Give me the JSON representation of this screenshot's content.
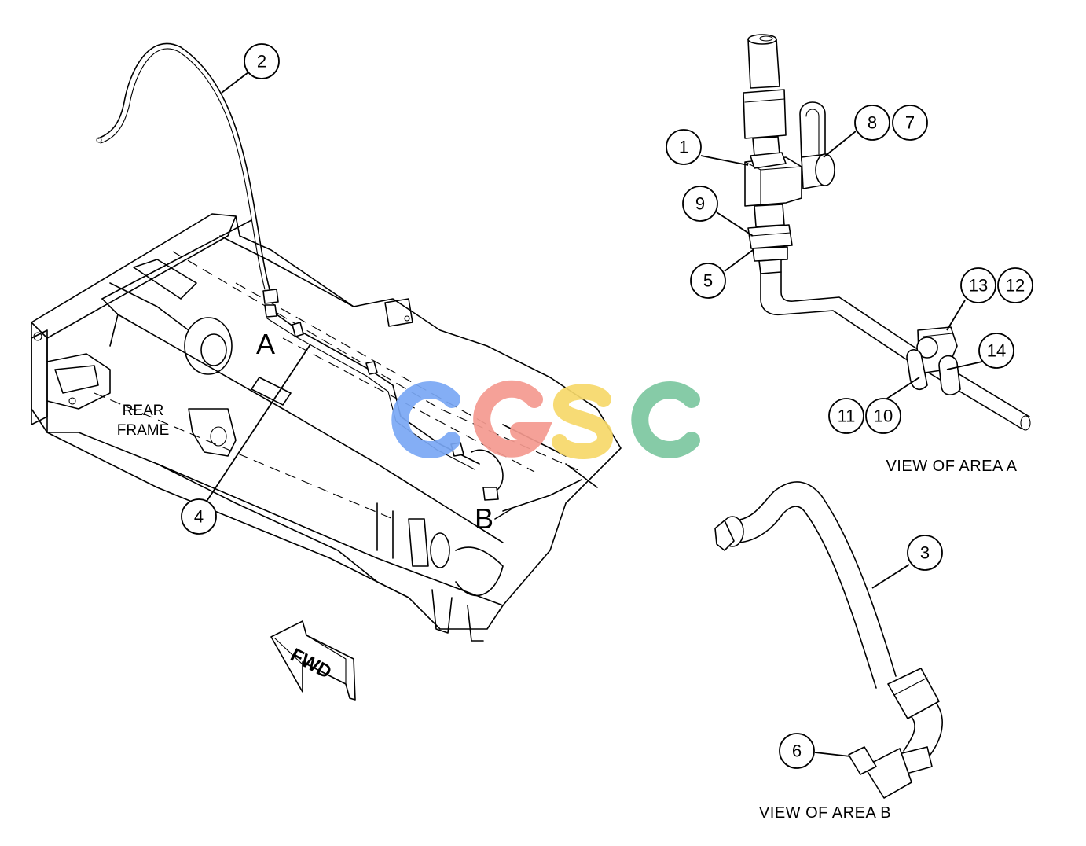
{
  "diagram": {
    "area_labels": {
      "area_a": "A",
      "area_b": "B"
    },
    "frame_label": {
      "line1": "REAR",
      "line2": "FRAME"
    },
    "fwd_label": "FWD",
    "captions": {
      "view_a": "VIEW OF AREA A",
      "view_b": "VIEW OF AREA B"
    },
    "watermark": {
      "text": "CGSC",
      "colors": [
        "#7aa8f5",
        "#f59a90",
        "#f7d96a",
        "#7cc7a0"
      ]
    },
    "callouts": {
      "c1": "1",
      "c2": "2",
      "c3": "3",
      "c4": "4",
      "c5": "5",
      "c6": "6",
      "c7": "7",
      "c8": "8",
      "c9": "9",
      "c10": "10",
      "c11": "11",
      "c12": "12",
      "c13": "13",
      "c14": "14"
    }
  }
}
